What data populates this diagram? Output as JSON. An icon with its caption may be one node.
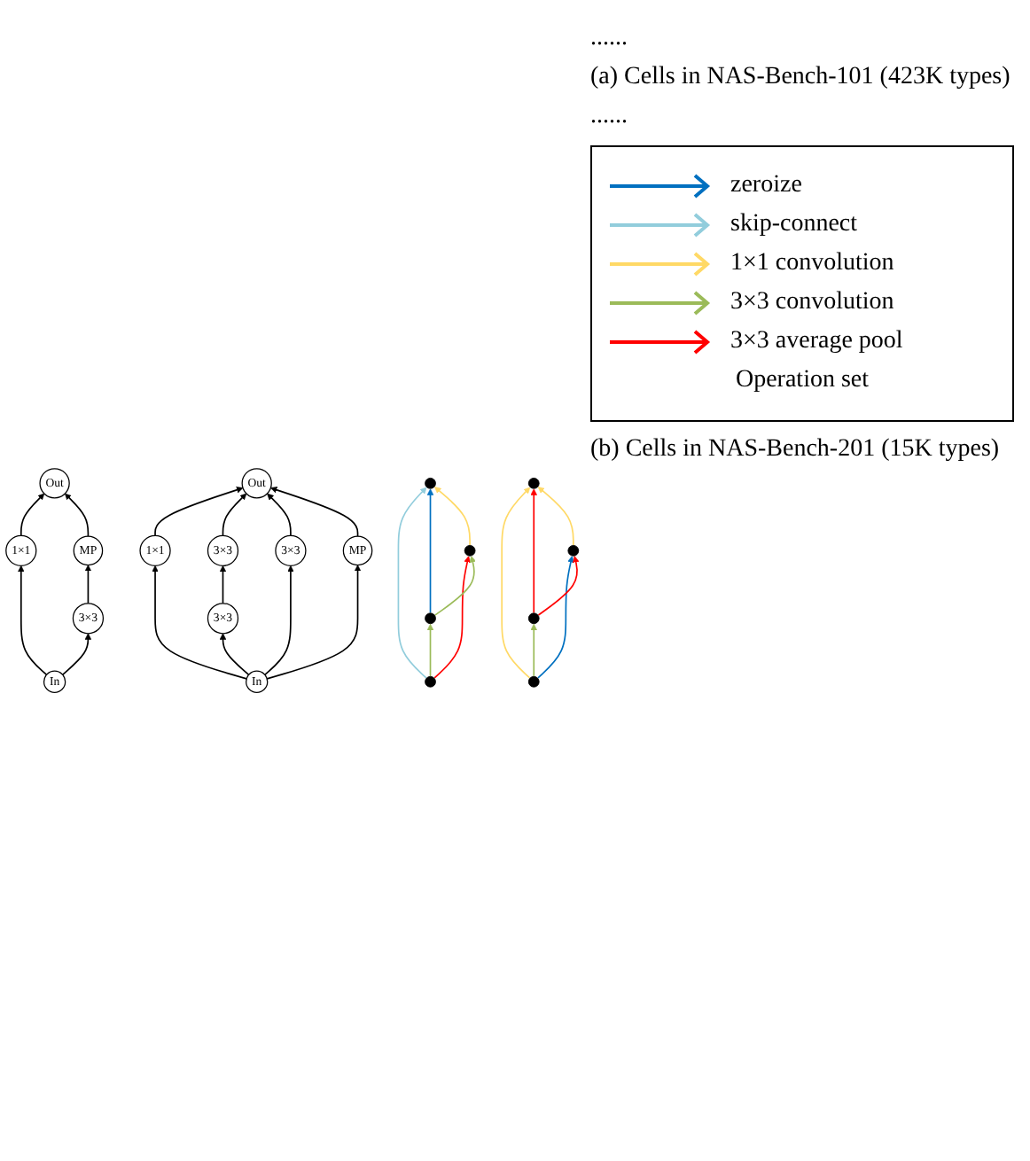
{
  "diagram": {
    "nodes": [
      {
        "text": [
          "Out"
        ]
      },
      {
        "text": [
          "MP"
        ]
      },
      {
        "text": [
          "1×1"
        ]
      },
      {
        "text": [
          "3×3"
        ]
      },
      {
        "text": [
          "In"
        ]
      },
      {
        "text": [
          "Out"
        ]
      },
      {
        "text": [
          "3×3"
        ]
      },
      {
        "text": [
          "1×1"
        ]
      },
      {
        "text": [
          "3×3"
        ]
      },
      {
        "text": [
          "3×3"
        ]
      },
      {
        "text": [
          "MP"
        ]
      },
      {
        "text": [
          "In"
        ]
      },
      {
        "text": [],
        "shape": "circle"
      },
      {
        "text": [],
        "shape": "circle"
      },
      {
        "text": [],
        "shape": "circle"
      },
      {
        "text": [],
        "shape": "circle"
      },
      {
        "text": [],
        "shape": "circle"
      },
      {
        "text": [],
        "shape": "circle"
      },
      {
        "text": [],
        "shape": "circle"
      },
      {
        "text": [],
        "shape": "circle"
      }
    ],
    "edges": [
      {
        "from": 4,
        "to": 2,
        "arrow": "to"
      },
      {
        "from": 4,
        "to": 3,
        "arrow": "to"
      },
      {
        "from": 2,
        "to": 0,
        "arrow": "to"
      },
      {
        "from": 3,
        "to": 1,
        "arrow": "to"
      },
      {
        "from": 1,
        "to": 0,
        "arrow": "to"
      },
      {
        "from": 11,
        "to": 7,
        "arrow": "to"
      },
      {
        "from": 11,
        "to": 8,
        "arrow": "to"
      },
      {
        "from": 11,
        "to": 9,
        "arrow": "to"
      },
      {
        "from": 11,
        "to": 10,
        "arrow": "to"
      },
      {
        "from": 7,
        "to": 5,
        "arrow": "to"
      },
      {
        "from": 8,
        "to": 6,
        "arrow": "to"
      },
      {
        "from": 6,
        "to": 5,
        "arrow": "to"
      },
      {
        "from": 9,
        "to": 5,
        "arrow": "to"
      },
      {
        "from": 10,
        "to": 5,
        "arrow": "to"
      },
      {
        "from": 12,
        "to": 13,
        "arrow": "to",
        "color": "#9bbb59"
      },
      {
        "from": 12,
        "to": 14,
        "arrow": "to",
        "color": "#ff0000"
      },
      {
        "from": 12,
        "to": 15,
        "arrow": "to",
        "color": "#92cddc"
      },
      {
        "from": 13,
        "to": 14,
        "arrow": "to",
        "color": "#9bbb59"
      },
      {
        "from": 13,
        "to": 15,
        "arrow": "to",
        "color": "#0070c0"
      },
      {
        "from": 14,
        "to": 15,
        "arrow": "to",
        "color": "#ffd966"
      },
      {
        "from": 16,
        "to": 17,
        "arrow": "to",
        "color": "#9bbb59"
      },
      {
        "from": 16,
        "to": 18,
        "arrow": "to",
        "color": "#0070c0"
      },
      {
        "from": 16,
        "to": 19,
        "arrow": "to",
        "color": "#ffd966"
      },
      {
        "from": 17,
        "to": 18,
        "arrow": "to",
        "color": "#ff0000"
      },
      {
        "from": 17,
        "to": 19,
        "arrow": "to",
        "color": "#ff0000"
      },
      {
        "from": 18,
        "to": 19,
        "arrow": "to",
        "color": "#ffd966"
      }
    ],
    "labels": [
      "......",
      "(a) Cells in NAS-Bench-101 (423K types)",
      "......",
      "Operation set",
      "(b) Cells in NAS-Bench-201 (15K types)"
    ],
    "legend": [
      {
        "text": "zeroize",
        "color": "#0070c0"
      },
      {
        "text": "skip-connect",
        "color": "#92cddc"
      },
      {
        "text": "1×1 convolution",
        "color": "#ffd966"
      },
      {
        "text": "3×3 convolution",
        "color": "#9bbb59"
      },
      {
        "text": "3×3 average pool",
        "color": "#ff0000"
      }
    ]
  }
}
